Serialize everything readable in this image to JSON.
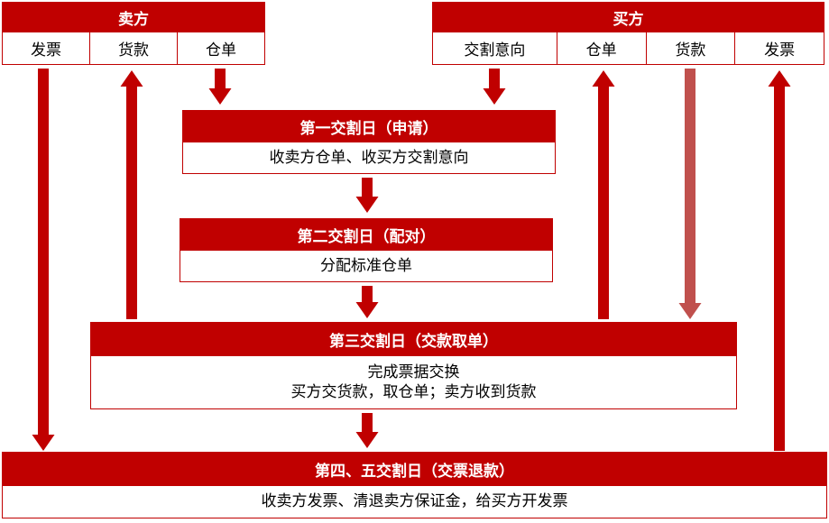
{
  "seller": {
    "title": "卖方",
    "cells": [
      "发票",
      "货款",
      "仓单"
    ]
  },
  "buyer": {
    "title": "买方",
    "cells": [
      "交割意向",
      "仓单",
      "货款",
      "发票"
    ]
  },
  "steps": [
    {
      "title": "第一交割日（申请）",
      "lines": [
        "收卖方仓单、收买方交割意向"
      ]
    },
    {
      "title": "第二交割日（配对）",
      "lines": [
        "分配标准仓单"
      ]
    },
    {
      "title": "第三交割日（交款取单）",
      "lines": [
        "完成票据交换",
        "买方交货款，取仓单；卖方收到货款"
      ]
    },
    {
      "title": "第四、五交割日（交票退款）",
      "lines": [
        "收卖方发票、清退卖方保证金，给买方开发票"
      ]
    }
  ],
  "colors": {
    "accent": "#c00000",
    "arrow_light": "#c0504d"
  }
}
